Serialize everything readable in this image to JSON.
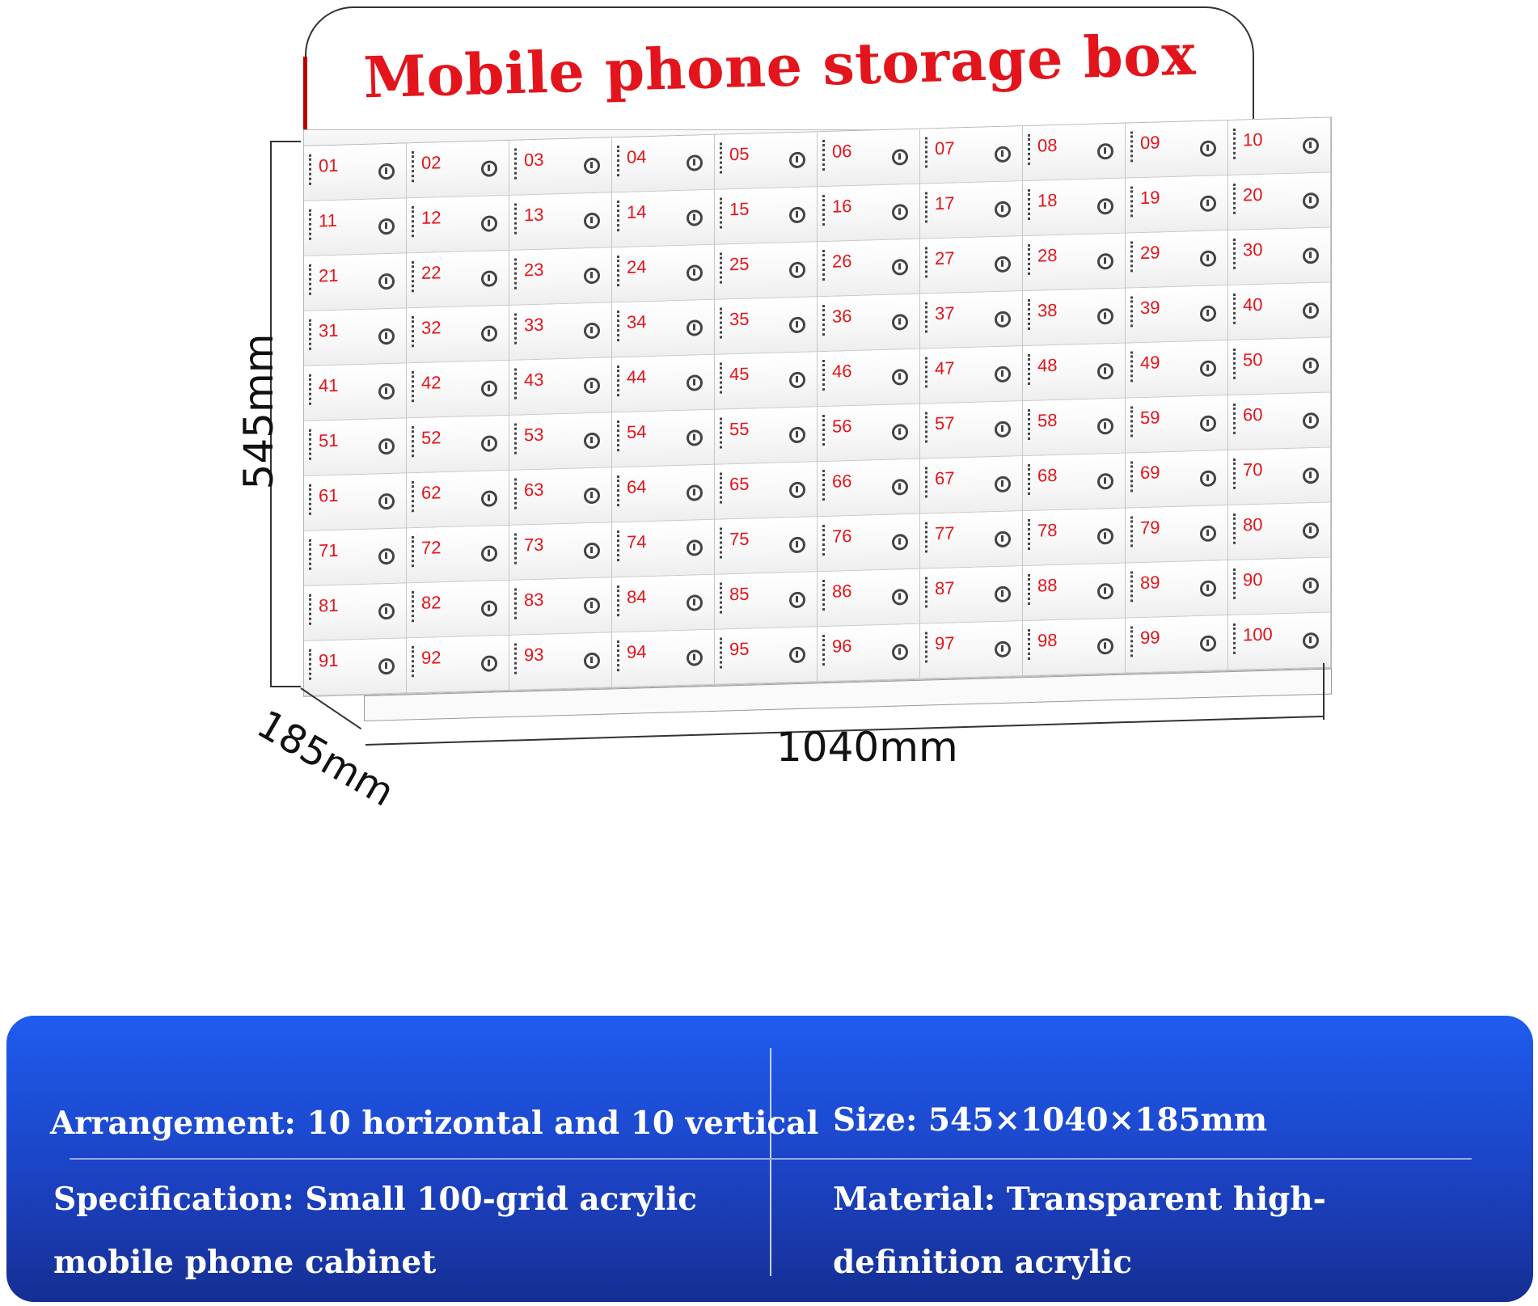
{
  "title": "Mobile phone storage box",
  "dimensions": {
    "height": "545mm",
    "depth": "185mm",
    "width": "1040mm"
  },
  "compartments": [
    "01",
    "02",
    "03",
    "04",
    "05",
    "06",
    "07",
    "08",
    "09",
    "10",
    "11",
    "12",
    "13",
    "14",
    "15",
    "16",
    "17",
    "18",
    "19",
    "20",
    "21",
    "22",
    "23",
    "24",
    "25",
    "26",
    "27",
    "28",
    "29",
    "30",
    "31",
    "32",
    "33",
    "34",
    "35",
    "36",
    "37",
    "38",
    "39",
    "40",
    "41",
    "42",
    "43",
    "44",
    "45",
    "46",
    "47",
    "48",
    "49",
    "50",
    "51",
    "52",
    "53",
    "54",
    "55",
    "56",
    "57",
    "58",
    "59",
    "60",
    "61",
    "62",
    "63",
    "64",
    "65",
    "66",
    "67",
    "68",
    "69",
    "70",
    "71",
    "72",
    "73",
    "74",
    "75",
    "76",
    "77",
    "78",
    "79",
    "80",
    "81",
    "82",
    "83",
    "84",
    "85",
    "86",
    "87",
    "88",
    "89",
    "90",
    "91",
    "92",
    "93",
    "94",
    "95",
    "96",
    "97",
    "98",
    "99",
    "100"
  ],
  "specs": {
    "arrangement": "Arrangement: 10 horizontal and 10 vertical",
    "size": "Size: 545×1040×185mm",
    "specification": "Specification: Small 100-grid acrylic mobile phone cabinet",
    "material": "Material: Transparent high-definition acrylic"
  },
  "colors": {
    "title": "#e3141b",
    "number": "#e3141b",
    "panel_top": "#1e5cf0",
    "panel_bottom": "#152e93"
  }
}
